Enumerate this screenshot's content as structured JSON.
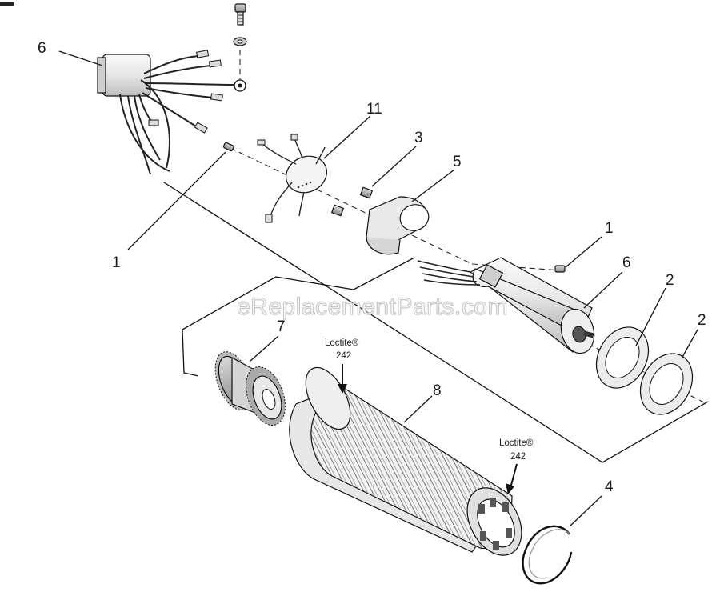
{
  "diagram": {
    "callouts": {
      "c6_top": "6",
      "c11": "11",
      "c3": "3",
      "c5": "5",
      "c1_left": "1",
      "c1_right": "1",
      "c6_right": "6",
      "c2_a": "2",
      "c2_b": "2",
      "c7": "7",
      "c8": "8",
      "c4": "4"
    },
    "notes": {
      "loctite_left_name": "Loctite®",
      "loctite_left_num": "242",
      "loctite_right_name": "Loctite®",
      "loctite_right_num": "242"
    },
    "watermark": "eReplacementParts.com"
  }
}
